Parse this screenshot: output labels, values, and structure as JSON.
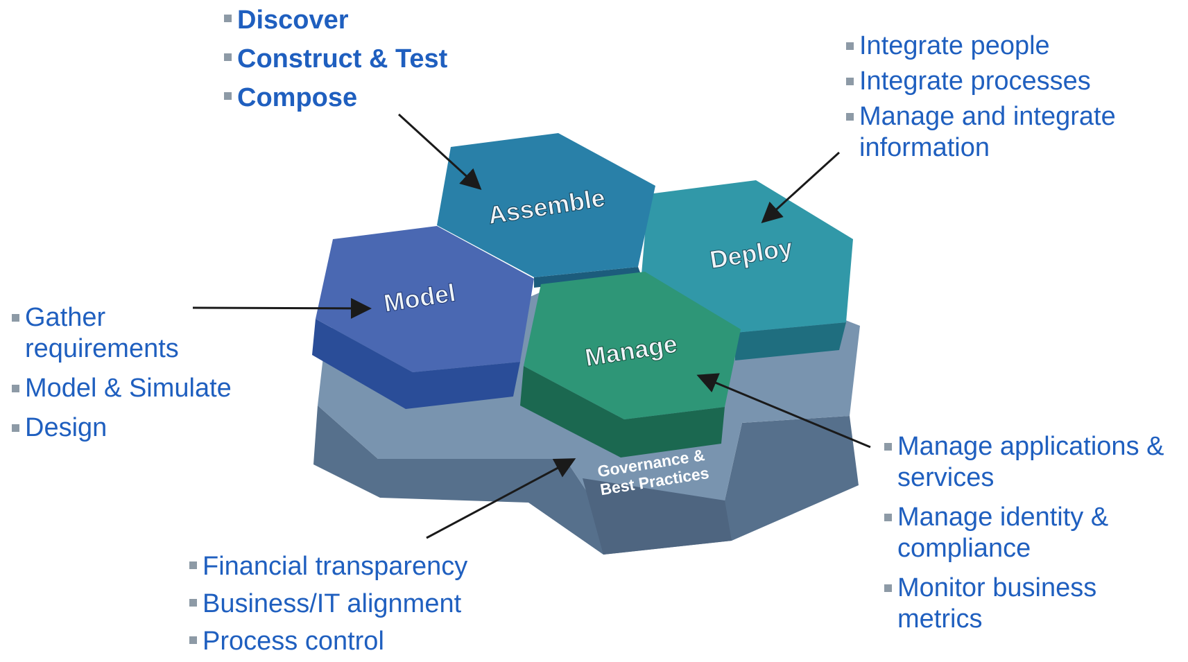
{
  "hexes": {
    "assemble": "Assemble",
    "deploy": "Deploy",
    "model": "Model",
    "manage": "Manage",
    "governance_line1": "Governance &",
    "governance_line2": "Best Practices"
  },
  "assemble_bullets": [
    "Discover",
    "Construct & Test",
    "Compose"
  ],
  "deploy_bullets": [
    "Integrate people",
    "Integrate processes",
    "Manage and integrate information"
  ],
  "model_bullets": [
    "Gather requirements",
    "Model & Simulate",
    "Design"
  ],
  "manage_bullets": [
    "Manage applications & services",
    "Manage identity & compliance",
    "Monitor business metrics"
  ],
  "governance_bullets": [
    "Financial transparency",
    "Business/IT alignment",
    "Process control"
  ],
  "colors": {
    "text_blue": "#1f5fbf",
    "assemble": "#2980a8",
    "deploy": "#3198a8",
    "model": "#4a68b2",
    "manage": "#2e9677",
    "base": "#7591ad",
    "base_dark": "#4f6680",
    "bullet_marker": "#8d9aa6"
  }
}
